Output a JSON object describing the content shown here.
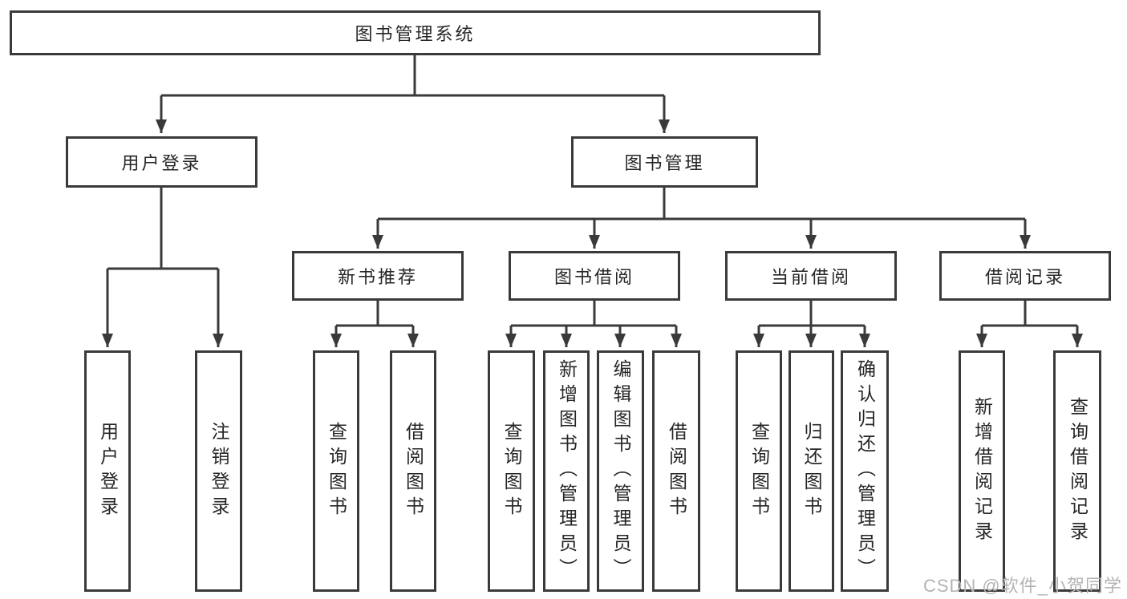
{
  "watermark": "CSDN @软件_小贺同学",
  "colors": {
    "line": "#3a3a3a",
    "box_border": "#3a3a3a",
    "box_background": "#ffffff",
    "text": "#262626",
    "watermark": "#b3b3b3"
  },
  "tree": {
    "root": {
      "label": "图书管理系统",
      "children": [
        {
          "label": "用户登录",
          "children": [
            {
              "label": "用户登录"
            },
            {
              "label": "注销登录"
            }
          ]
        },
        {
          "label": "图书管理",
          "children": [
            {
              "label": "新书推荐",
              "children": [
                {
                  "label": "查询图书"
                },
                {
                  "label": "借阅图书"
                }
              ]
            },
            {
              "label": "图书借阅",
              "children": [
                {
                  "label": "查询图书"
                },
                {
                  "label": "新增图书（管理员）"
                },
                {
                  "label": "编辑图书（管理员）"
                },
                {
                  "label": "借阅图书"
                }
              ]
            },
            {
              "label": "当前借阅",
              "children": [
                {
                  "label": "查询图书"
                },
                {
                  "label": "归还图书"
                },
                {
                  "label": "确认归还（管理员）"
                }
              ]
            },
            {
              "label": "借阅记录",
              "children": [
                {
                  "label": "新增借阅记录"
                },
                {
                  "label": "查询借阅记录"
                }
              ]
            }
          ]
        }
      ]
    }
  }
}
